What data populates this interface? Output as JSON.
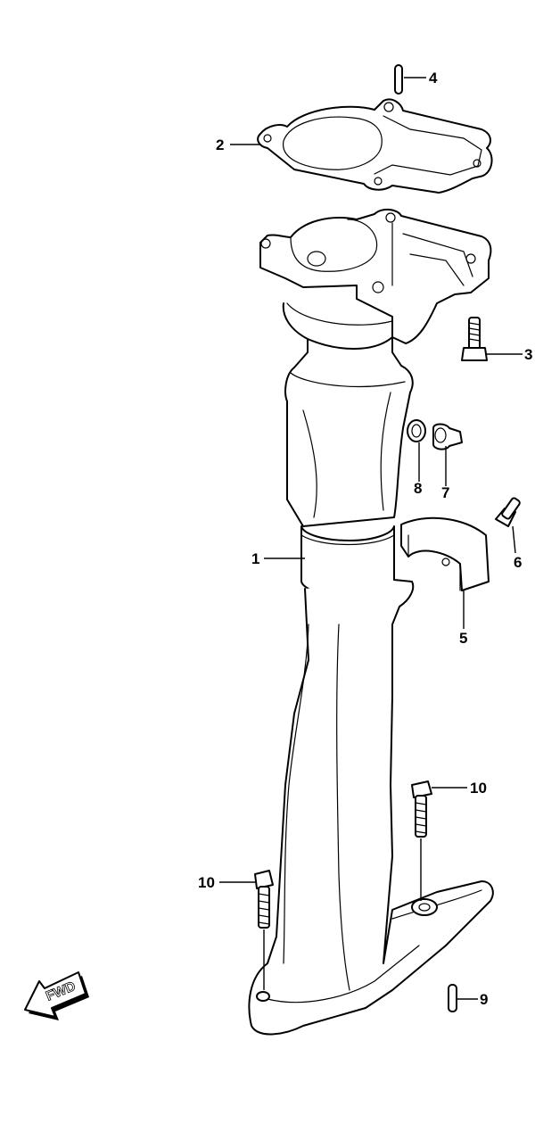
{
  "fwd_label": "FWD",
  "callouts": [
    {
      "id": "c1",
      "label": "1"
    },
    {
      "id": "c2",
      "label": "2"
    },
    {
      "id": "c3",
      "label": "3"
    },
    {
      "id": "c4",
      "label": "4"
    },
    {
      "id": "c5",
      "label": "5"
    },
    {
      "id": "c6",
      "label": "6"
    },
    {
      "id": "c7",
      "label": "7"
    },
    {
      "id": "c8",
      "label": "8"
    },
    {
      "id": "c9",
      "label": "9"
    },
    {
      "id": "c10a",
      "label": "10"
    },
    {
      "id": "c10b",
      "label": "10"
    }
  ]
}
